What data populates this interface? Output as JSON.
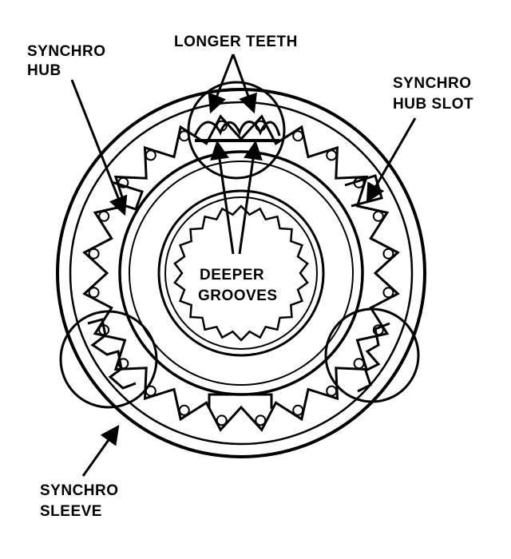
{
  "labels": {
    "synchro_hub": [
      "SYNCHRO",
      "HUB"
    ],
    "longer_teeth": "LONGER TEETH",
    "synchro_hub_slot": [
      "SYNCHRO",
      "HUB SLOT"
    ],
    "deeper_grooves": [
      "DEEPER",
      "GROOVES"
    ],
    "synchro_sleeve": [
      "SYNCHRO",
      "SLEEVE"
    ]
  },
  "colors": {
    "ink": "#000000",
    "paper": "#ffffff"
  }
}
